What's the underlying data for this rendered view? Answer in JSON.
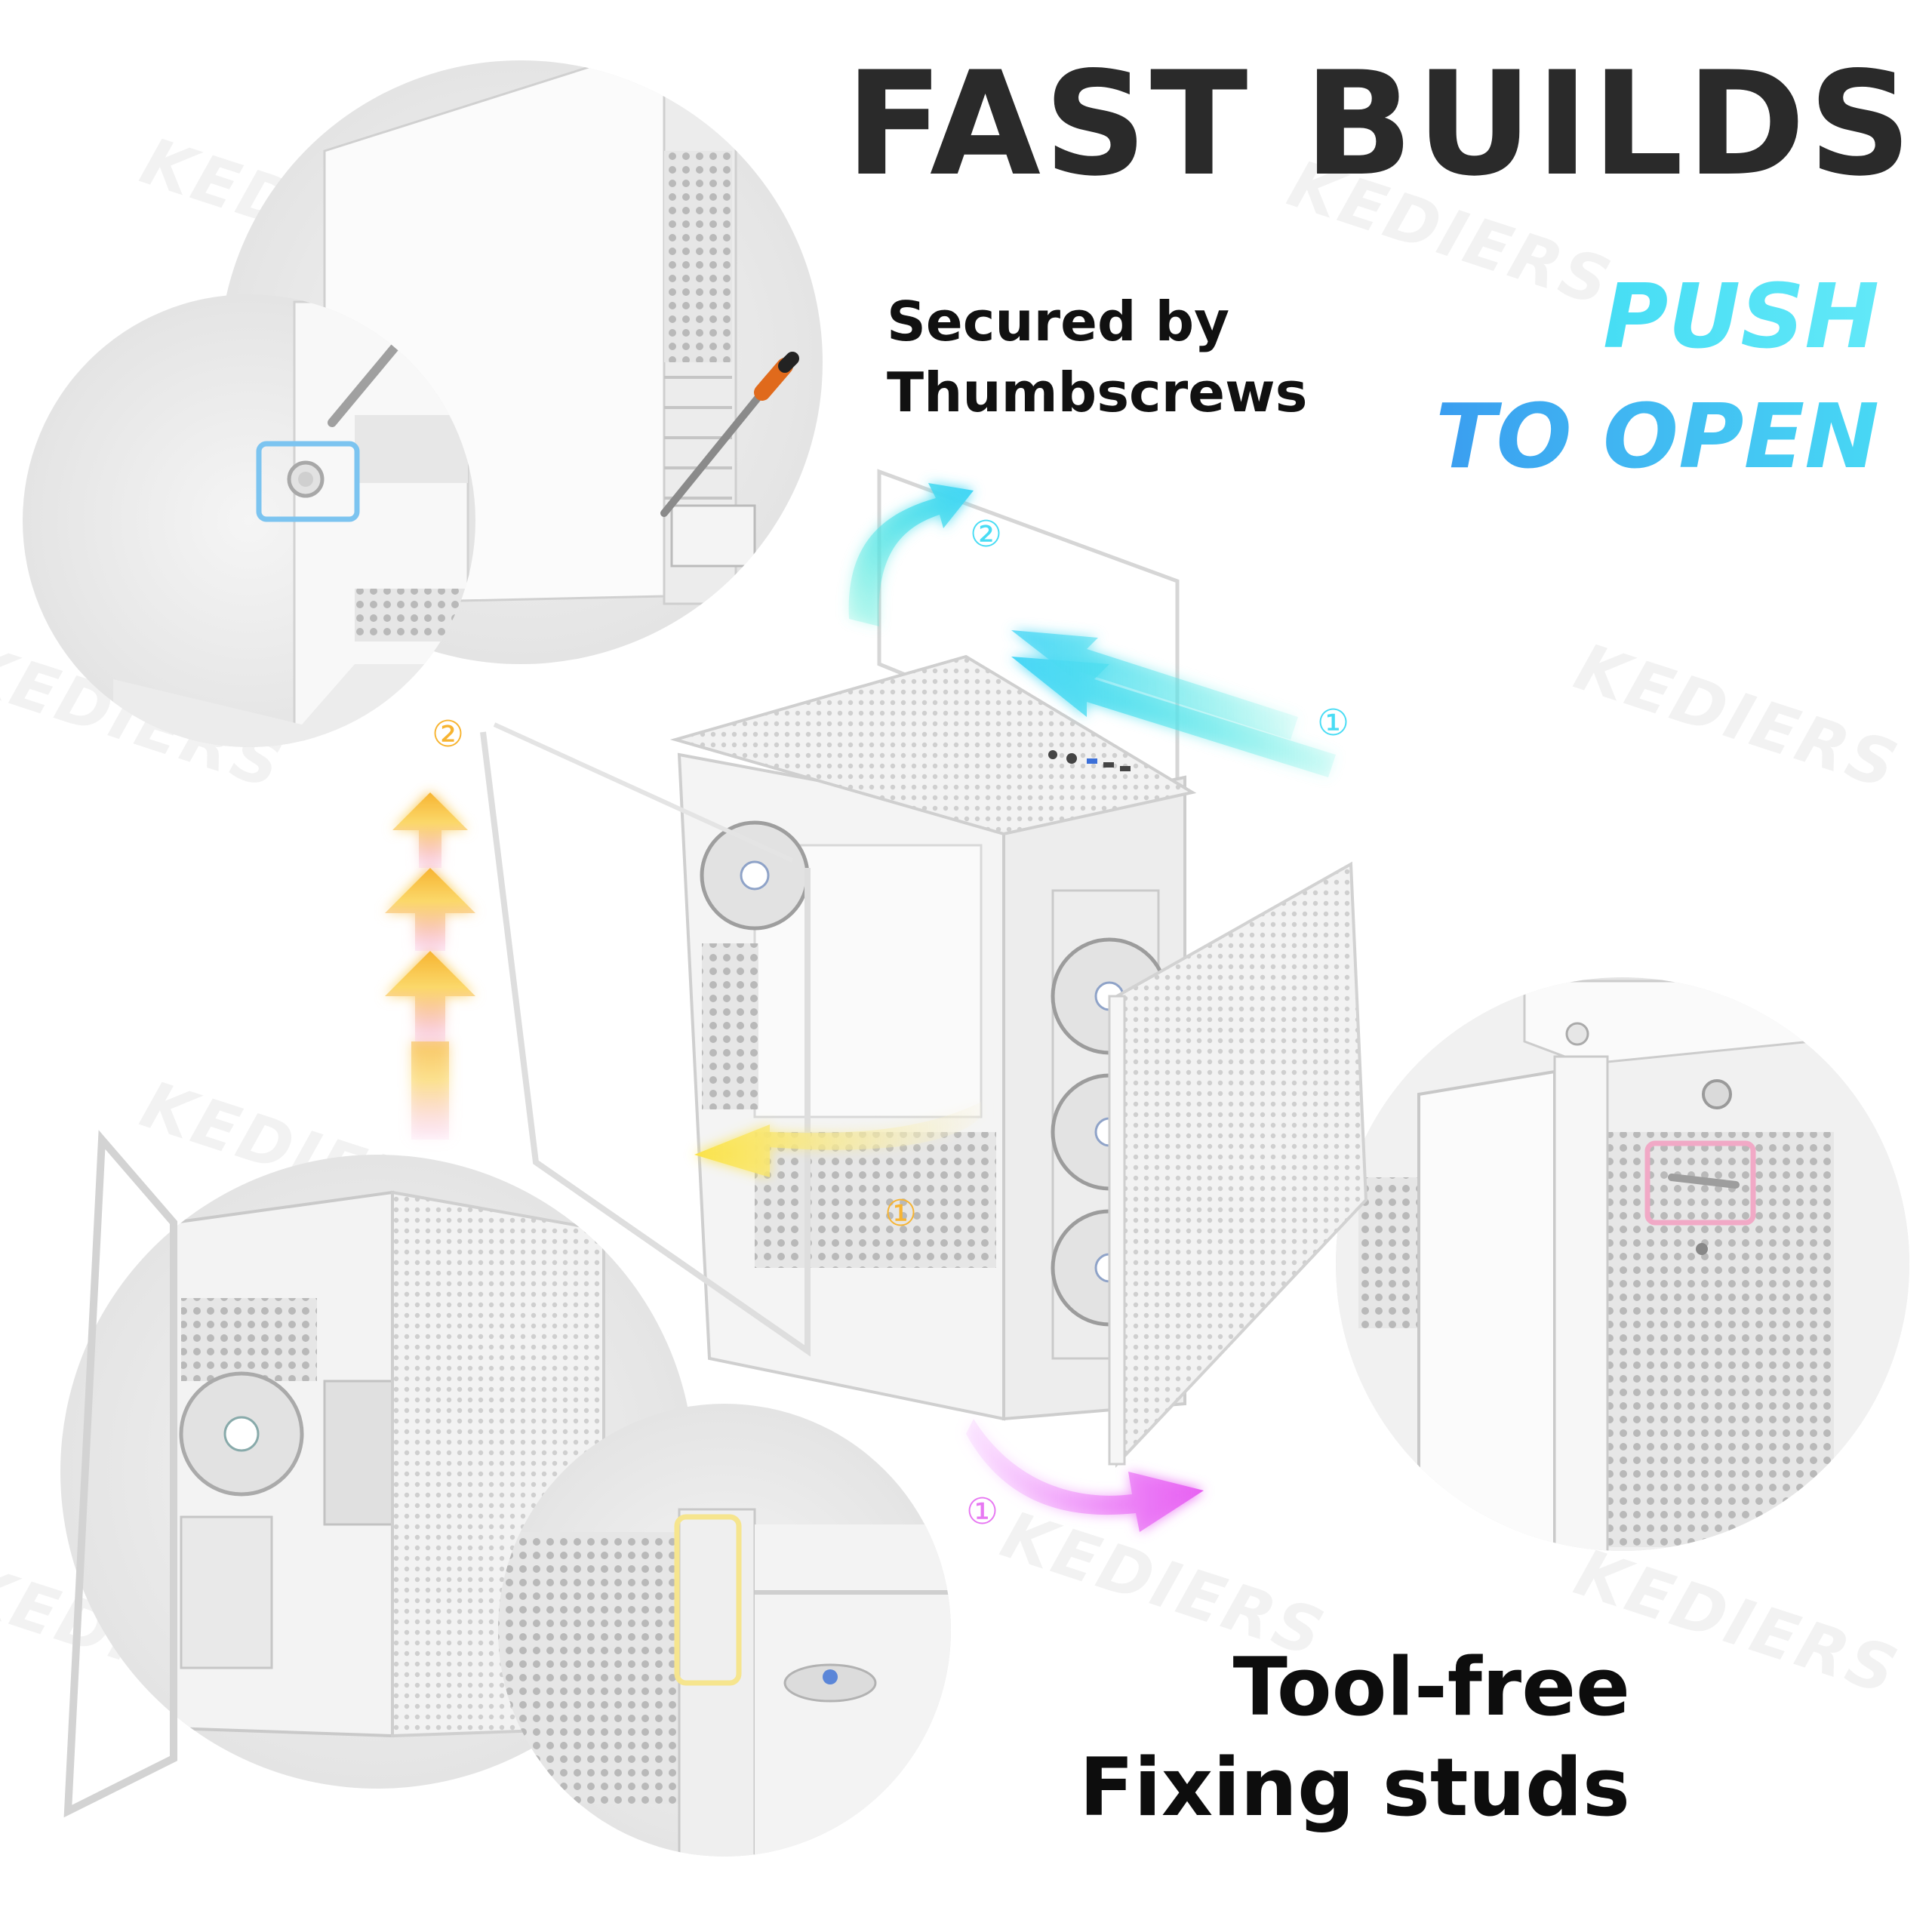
{
  "headline": "FAST BUILDS",
  "callouts": {
    "thumbscrews": [
      "Secured by",
      "Thumbscrews"
    ],
    "push_to_open": [
      "PUSH",
      "TO OPEN"
    ],
    "tool_free": [
      "Tool-free",
      "Fixing studs"
    ]
  },
  "step_markers": {
    "cyan_top": "②",
    "cyan_right": "①",
    "orange_left": "②",
    "orange_center": "①",
    "magenta_bottom": "①"
  },
  "watermark": "KEDIERS",
  "colors": {
    "cyan": "#49dcf4",
    "blue": "#3a9df0",
    "orange": "#f7b431",
    "yellow": "#fbe36a",
    "magenta": "#e778f2",
    "pink_box": "#f1a9c6",
    "blue_box": "#7cc4f0",
    "yellow_box": "#f6e58e"
  }
}
